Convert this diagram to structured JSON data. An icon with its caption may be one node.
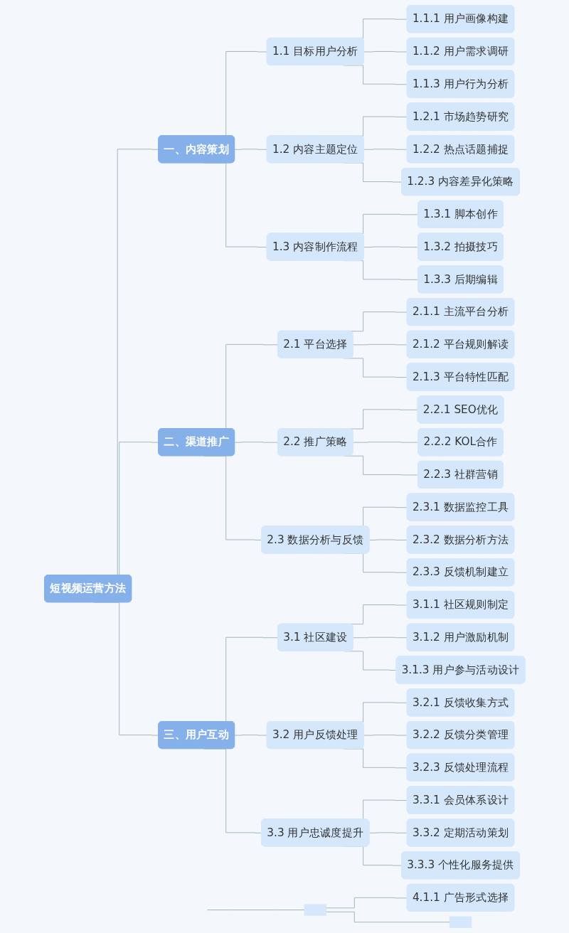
{
  "diagram": {
    "nodes": [
      {
        "text": [
          "短视频运营方法"
        ]
      },
      {
        "text": [
          "一、内容策划"
        ]
      },
      {
        "text": [
          "1.1 目标用户分析"
        ]
      },
      {
        "text": [
          "1.1.1 用户画像构建"
        ]
      },
      {
        "text": [
          "1.1.2 用户需求调研"
        ]
      },
      {
        "text": [
          "1.1.3 用户行为分析"
        ]
      },
      {
        "text": [
          "1.2 内容主题定位"
        ]
      },
      {
        "text": [
          "1.2.1 市场趋势研究"
        ]
      },
      {
        "text": [
          "1.2.2 热点话题捕捉"
        ]
      },
      {
        "text": [
          "1.2.3 内容差异化策略"
        ]
      },
      {
        "text": [
          "1.3 内容制作流程"
        ]
      },
      {
        "text": [
          "1.3.1 脚本创作"
        ]
      },
      {
        "text": [
          "1.3.2 拍摄技巧"
        ]
      },
      {
        "text": [
          "1.3.3 后期编辑"
        ]
      },
      {
        "text": [
          "二、渠道推广"
        ]
      },
      {
        "text": [
          "2.1 平台选择"
        ]
      },
      {
        "text": [
          "2.1.1 主流平台分析"
        ]
      },
      {
        "text": [
          "2.1.2 平台规则解读"
        ]
      },
      {
        "text": [
          "2.1.3 平台特性匹配"
        ]
      },
      {
        "text": [
          "2.2 推广策略"
        ]
      },
      {
        "text": [
          "2.2.1 SEO优化"
        ]
      },
      {
        "text": [
          "2.2.2 KOL合作"
        ]
      },
      {
        "text": [
          "2.2.3 社群营销"
        ]
      },
      {
        "text": [
          "2.3 数据分析与反馈"
        ]
      },
      {
        "text": [
          "2.3.1 数据监控工具"
        ]
      },
      {
        "text": [
          "2.3.2 数据分析方法"
        ]
      },
      {
        "text": [
          "2.3.3 反馈机制建立"
        ]
      },
      {
        "text": [
          "三、用户互动"
        ]
      },
      {
        "text": [
          "3.1 社区建设"
        ]
      },
      {
        "text": [
          "3.1.1 社区规则制定"
        ]
      },
      {
        "text": [
          "3.1.2 用户激励机制"
        ]
      },
      {
        "text": [
          "3.1.3 用户参与活动设计"
        ]
      },
      {
        "text": [
          "3.2 用户反馈处理"
        ]
      },
      {
        "text": [
          "3.2.1 反馈收集方式"
        ]
      },
      {
        "text": [
          "3.2.2 反馈分类管理"
        ]
      },
      {
        "text": [
          "3.2.3 反馈处理流程"
        ]
      },
      {
        "text": [
          "3.3 用户忠诚度提升"
        ]
      },
      {
        "text": [
          "3.3.1 会员体系设计"
        ]
      },
      {
        "text": [
          "3.3.2 定期活动策划"
        ]
      },
      {
        "text": [
          "3.3.3 个性化服务提供"
        ]
      },
      {
        "text": [],
        "shape": "box"
      },
      {
        "text": [
          "4.1.1 广告形式选择"
        ]
      },
      {
        "text": [],
        "shape": "box"
      }
    ],
    "edges": [
      {
        "from": 0,
        "to": 1,
        "arrow": "none"
      },
      {
        "from": 1,
        "to": 2,
        "arrow": "none"
      },
      {
        "from": 2,
        "to": 3,
        "arrow": "none"
      },
      {
        "from": 2,
        "to": 4,
        "arrow": "none"
      },
      {
        "from": 2,
        "to": 5,
        "arrow": "none"
      },
      {
        "from": 1,
        "to": 6,
        "arrow": "none"
      },
      {
        "from": 6,
        "to": 7,
        "arrow": "none"
      },
      {
        "from": 6,
        "to": 8,
        "arrow": "none"
      },
      {
        "from": 6,
        "to": 9,
        "arrow": "none"
      },
      {
        "from": 1,
        "to": 10,
        "arrow": "none"
      },
      {
        "from": 10,
        "to": 11,
        "arrow": "none"
      },
      {
        "from": 10,
        "to": 12,
        "arrow": "none"
      },
      {
        "from": 10,
        "to": 13,
        "arrow": "none"
      },
      {
        "from": 0,
        "to": 14,
        "arrow": "none"
      },
      {
        "from": 14,
        "to": 15,
        "arrow": "none"
      },
      {
        "from": 15,
        "to": 16,
        "arrow": "none"
      },
      {
        "from": 15,
        "to": 17,
        "arrow": "none"
      },
      {
        "from": 15,
        "to": 18,
        "arrow": "none"
      },
      {
        "from": 14,
        "to": 19,
        "arrow": "none"
      },
      {
        "from": 19,
        "to": 20,
        "arrow": "none"
      },
      {
        "from": 19,
        "to": 21,
        "arrow": "none"
      },
      {
        "from": 19,
        "to": 22,
        "arrow": "none"
      },
      {
        "from": 14,
        "to": 23,
        "arrow": "none"
      },
      {
        "from": 23,
        "to": 24,
        "arrow": "none"
      },
      {
        "from": 23,
        "to": 25,
        "arrow": "none"
      },
      {
        "from": 23,
        "to": 26,
        "arrow": "none"
      },
      {
        "from": 0,
        "to": 27,
        "arrow": "none"
      },
      {
        "from": 27,
        "to": 28,
        "arrow": "none"
      },
      {
        "from": 28,
        "to": 29,
        "arrow": "none"
      },
      {
        "from": 28,
        "to": 30,
        "arrow": "none"
      },
      {
        "from": 28,
        "to": 31,
        "arrow": "none"
      },
      {
        "from": 27,
        "to": 32,
        "arrow": "none"
      },
      {
        "from": 32,
        "to": 33,
        "arrow": "none"
      },
      {
        "from": 32,
        "to": 34,
        "arrow": "none"
      },
      {
        "from": 32,
        "to": 35,
        "arrow": "none"
      },
      {
        "from": 27,
        "to": 36,
        "arrow": "none"
      },
      {
        "from": 36,
        "to": 37,
        "arrow": "none"
      },
      {
        "from": 36,
        "to": 38,
        "arrow": "none"
      },
      {
        "from": 36,
        "to": 39,
        "arrow": "none"
      },
      {
        "from": null,
        "to": 40,
        "arrow": "none"
      },
      {
        "from": 40,
        "to": 41,
        "arrow": "none"
      },
      {
        "from": 40,
        "to": 42,
        "arrow": "none"
      }
    ]
  }
}
